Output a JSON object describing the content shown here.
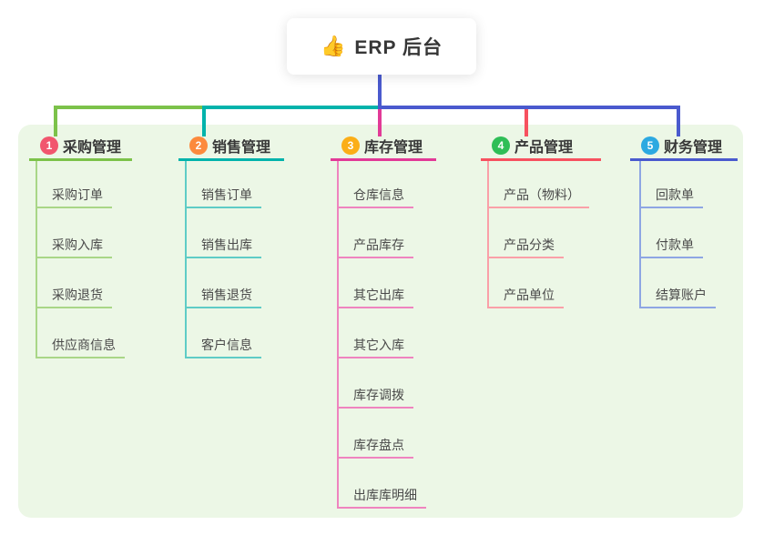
{
  "root": {
    "icon": "thumbs-up",
    "icon_glyph": "👍",
    "title": "ERP 后台"
  },
  "branches": [
    {
      "num": "1",
      "label": "采购管理",
      "badge_color": "#f1566e",
      "line_color": "#7cc24a",
      "sub_line_color": "#a9d687",
      "items": [
        "采购订单",
        "采购入库",
        "采购退货",
        "供应商信息"
      ]
    },
    {
      "num": "2",
      "label": "销售管理",
      "badge_color": "#fc8a3d",
      "line_color": "#00b3ab",
      "sub_line_color": "#5fccc6",
      "items": [
        "销售订单",
        "销售出库",
        "销售退货",
        "客户信息"
      ]
    },
    {
      "num": "3",
      "label": "库存管理",
      "badge_color": "#fbae17",
      "line_color": "#e23a97",
      "sub_line_color": "#ef84bf",
      "items": [
        "仓库信息",
        "产品库存",
        "其它出库",
        "其它入库",
        "库存调拨",
        "库存盘点",
        "出库库明细"
      ]
    },
    {
      "num": "4",
      "label": "产品管理",
      "badge_color": "#2fbe57",
      "line_color": "#f7515f",
      "sub_line_color": "#faa0a8",
      "items": [
        "产品（物料）",
        "产品分类",
        "产品单位"
      ]
    },
    {
      "num": "5",
      "label": "财务管理",
      "badge_color": "#2ca9e1",
      "line_color": "#4a5ace",
      "sub_line_color": "#8ea6e3",
      "items": [
        "回款单",
        "付款单",
        "结算账户"
      ]
    }
  ],
  "colors": {
    "canvas_bg": "#ffffff",
    "panel_bg": "#ecf7e6",
    "root_connector": "#4a5ace",
    "text": "#3e3e3e"
  }
}
